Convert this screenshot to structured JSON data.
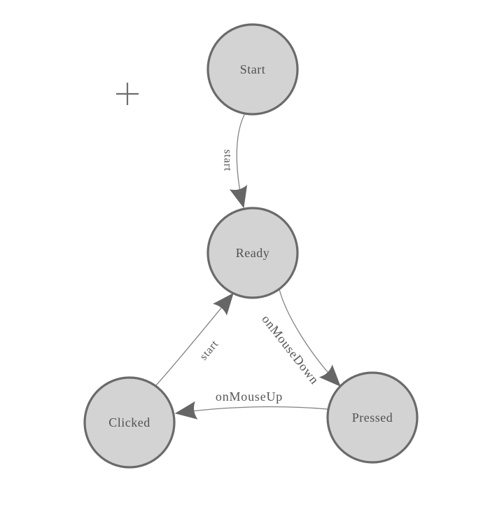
{
  "diagram": {
    "type": "state-machine",
    "nodes": [
      {
        "id": "start",
        "label": "Start"
      },
      {
        "id": "ready",
        "label": "Ready"
      },
      {
        "id": "clicked",
        "label": "Clicked"
      },
      {
        "id": "pressed",
        "label": "Pressed"
      }
    ],
    "edges": [
      {
        "from": "Start",
        "to": "Ready",
        "label": "start"
      },
      {
        "from": "Clicked",
        "to": "Ready",
        "label": "start"
      },
      {
        "from": "Ready",
        "to": "Pressed",
        "label": "onMouseDown"
      },
      {
        "from": "Pressed",
        "to": "Clicked",
        "label": "onMouseUp"
      }
    ],
    "icons": {
      "crosshair_marker": "+"
    },
    "colors": {
      "background": "#ffffff",
      "node_fill": "#d3d3d3",
      "node_border": "#6a6a6a",
      "node_text": "#515151",
      "edge_line": "#838383",
      "edge_arrow": "#666666",
      "edge_text": "#54565a",
      "crosshair": "#6e6e6e"
    }
  }
}
